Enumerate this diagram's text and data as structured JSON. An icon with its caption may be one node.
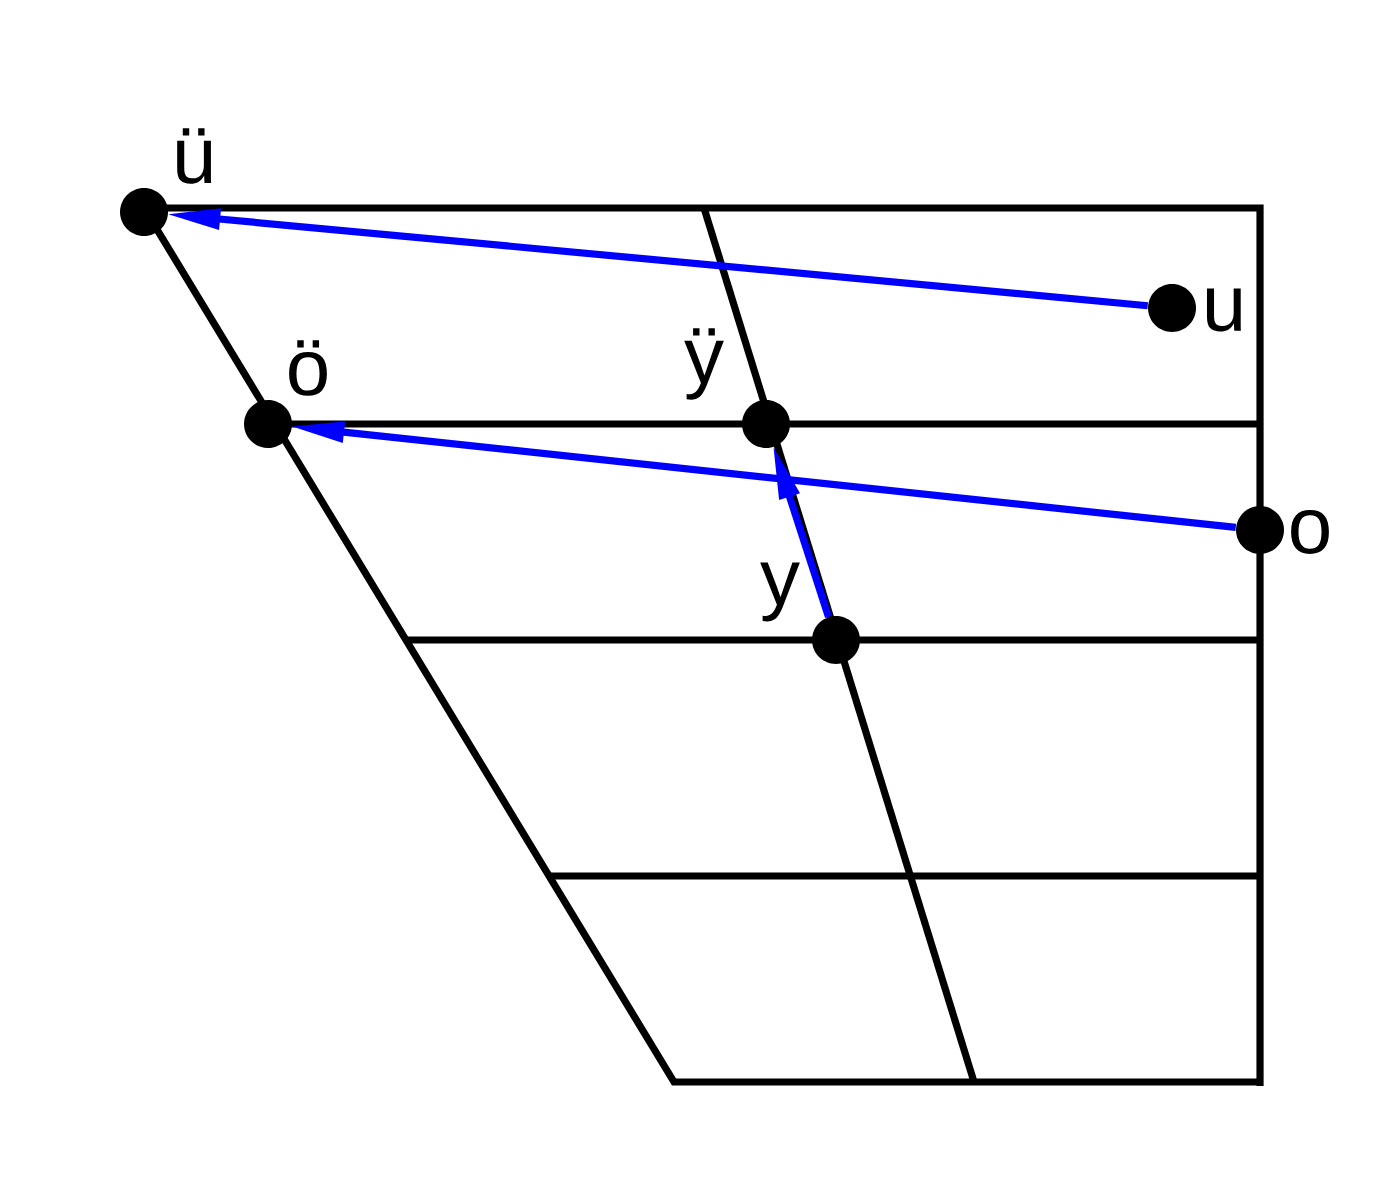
{
  "diagram": {
    "nodes": [
      {
        "text": [],
        "shape": "circle",
        "beside": [
          "ü"
        ]
      },
      {
        "text": [],
        "shape": "circle",
        "beside": [
          "u"
        ]
      },
      {
        "text": [],
        "shape": "circle",
        "beside": [
          "ö"
        ]
      },
      {
        "text": [],
        "shape": "circle",
        "beside": [
          "ÿ"
        ]
      },
      {
        "text": [],
        "shape": "circle",
        "beside": [
          "o"
        ]
      },
      {
        "text": [],
        "shape": "circle",
        "beside": [
          "y"
        ]
      }
    ],
    "edges": [
      {
        "from": 1,
        "to": 0,
        "arrow": "to"
      },
      {
        "from": 4,
        "to": 2,
        "arrow": "to"
      },
      {
        "from": 5,
        "to": 3,
        "arrow": "to"
      }
    ]
  }
}
